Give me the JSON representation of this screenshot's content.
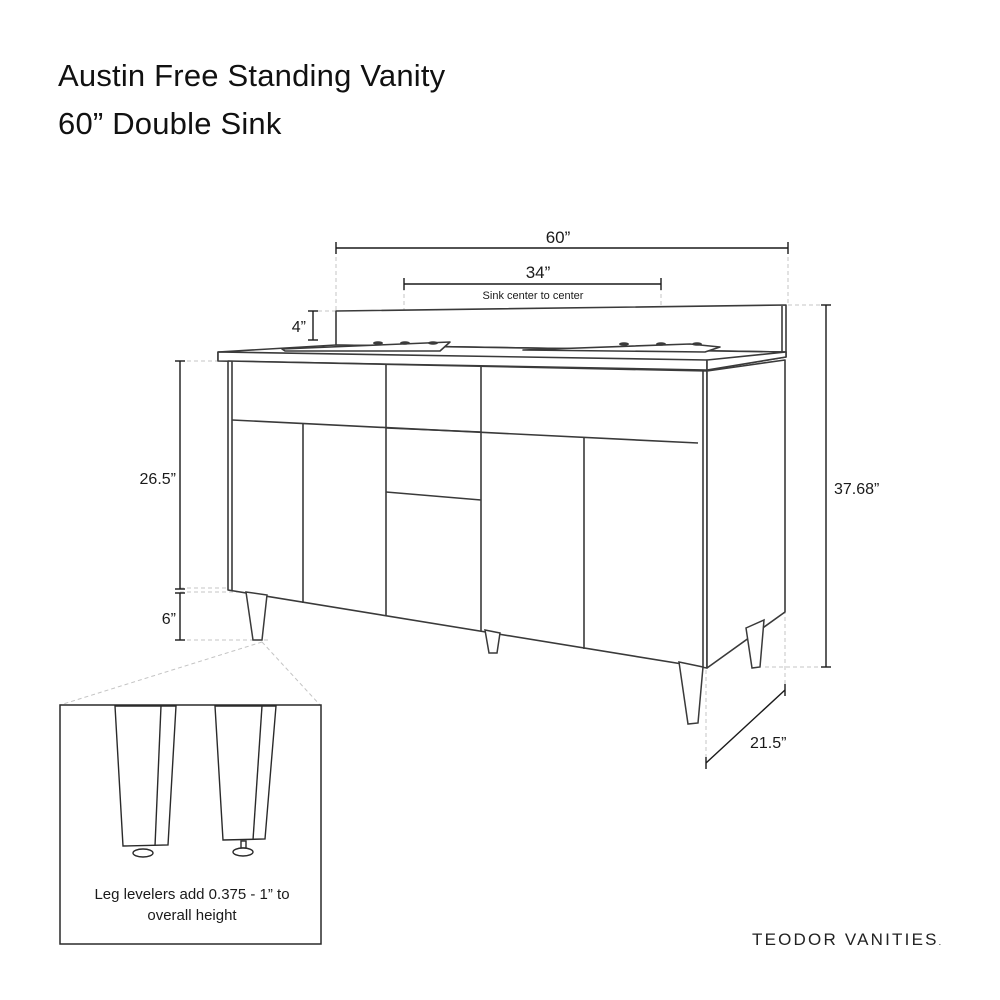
{
  "header": {
    "title_line1": "Austin Free Standing Vanity",
    "title_line2": "60” Double Sink"
  },
  "dimensions": {
    "overall_width": "60”",
    "sink_spacing": "34”",
    "sink_spacing_note": "Sink center to center",
    "backsplash_height": "4”",
    "cabinet_height": "26.5”",
    "leg_height": "6”",
    "overall_height": "37.68”",
    "depth": "21.5”"
  },
  "inset": {
    "caption_line1": "Leg levelers add 0.375 - 1” to",
    "caption_line2": "overall height"
  },
  "brand": {
    "name": "TEODOR VANITIES",
    "mark": "."
  },
  "colors": {
    "line": "#3a3a3a",
    "dim_line": "#1a1a1a",
    "guide": "#bdbdbd"
  }
}
